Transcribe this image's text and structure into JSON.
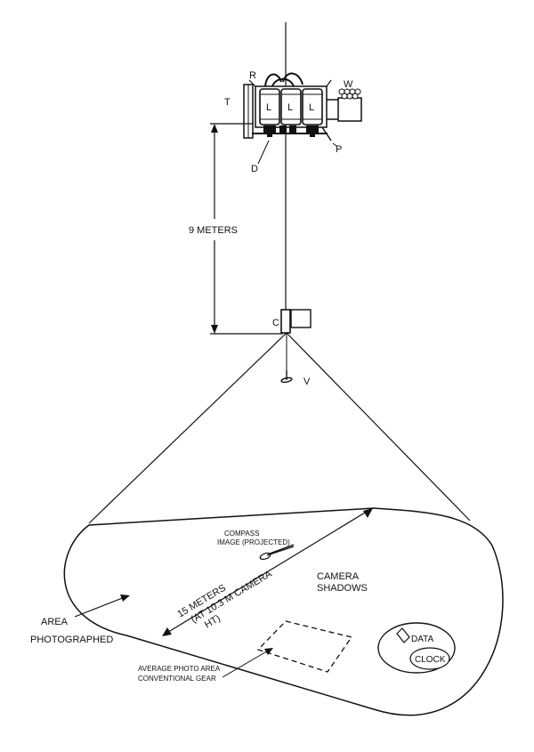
{
  "labels": {
    "r": "R",
    "w": "W",
    "t": "T",
    "p": "P",
    "d": "D",
    "c": "C",
    "v": "V",
    "l1": "L",
    "l2": "L",
    "l3": "L",
    "nine_meters": "9 METERS",
    "compass_line1": "COMPASS",
    "compass_line2": "IMAGE (PROJECTED)",
    "camera_shadows_line1": "CAMERA",
    "camera_shadows_line2": "SHADOWS",
    "fifteen_line1": "15 METERS",
    "fifteen_line2": "(AT 10.3 M CAMERA",
    "fifteen_line3": "HT)",
    "area_line1": "AREA",
    "area_line2": "PHOTOGRAPHED",
    "avg_line1": "AVERAGE PHOTO AREA",
    "avg_line2": "CONVENTIONAL GEAR",
    "data": "DATA",
    "clock": "CLOCK"
  },
  "colors": {
    "ink": "#111111",
    "paper": "#ffffff"
  }
}
